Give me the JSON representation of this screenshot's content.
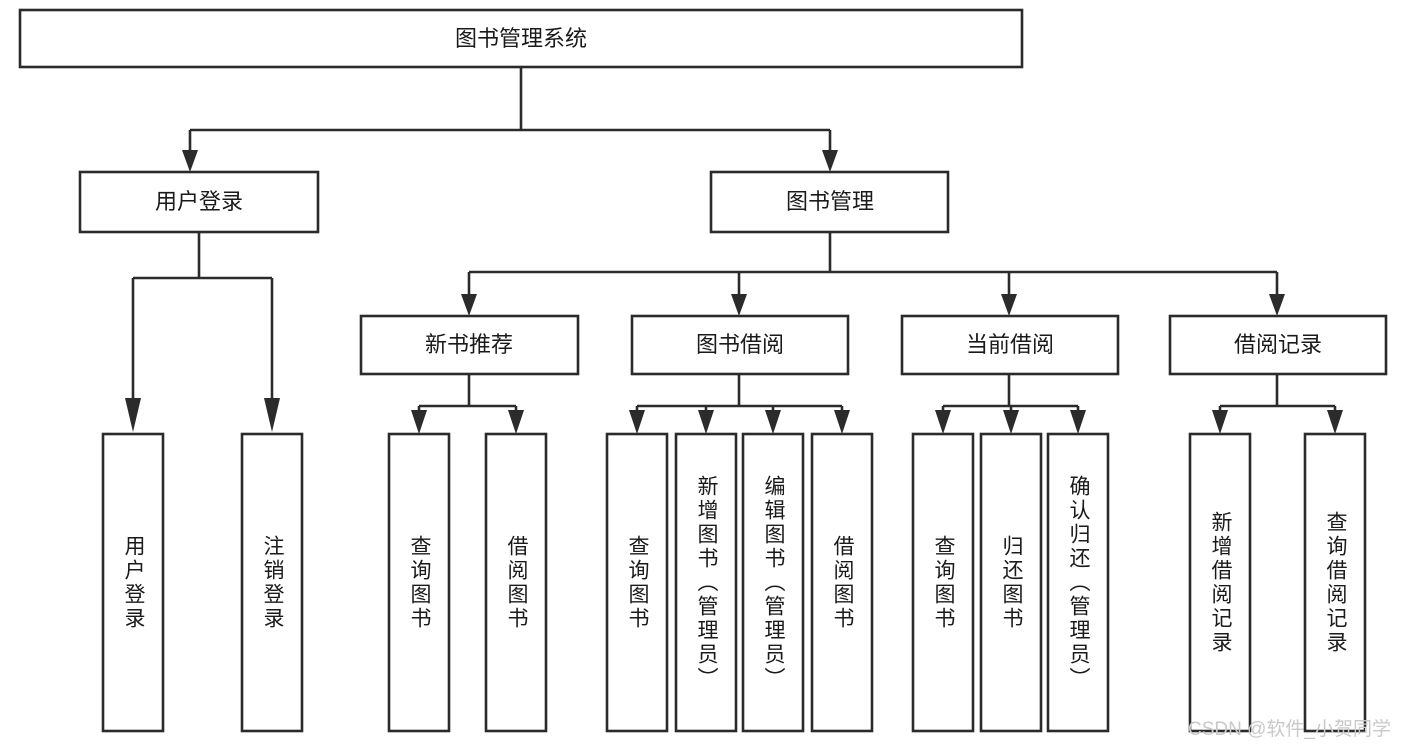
{
  "diagram": {
    "type": "tree-hierarchy",
    "title": "图书管理系统",
    "root": {
      "id": "root",
      "label": "图书管理系统",
      "orientation": "horizontal"
    },
    "level2": [
      {
        "id": "user-login",
        "label": "用户登录",
        "orientation": "horizontal"
      },
      {
        "id": "book-manage",
        "label": "图书管理",
        "orientation": "horizontal"
      }
    ],
    "level3": [
      {
        "id": "new-book-recommend",
        "label": "新书推荐",
        "orientation": "horizontal",
        "parent": "book-manage"
      },
      {
        "id": "book-borrow",
        "label": "图书借阅",
        "orientation": "horizontal",
        "parent": "book-manage"
      },
      {
        "id": "current-borrow",
        "label": "当前借阅",
        "orientation": "horizontal",
        "parent": "book-manage"
      },
      {
        "id": "borrow-record",
        "label": "借阅记录",
        "orientation": "horizontal",
        "parent": "book-manage"
      }
    ],
    "leaves": [
      {
        "id": "leaf-user-login",
        "label": "用户登录",
        "parent": "user-login"
      },
      {
        "id": "leaf-logout-login",
        "label": "注销登录",
        "parent": "user-login"
      },
      {
        "id": "leaf-query-book-1",
        "label": "查询图书",
        "parent": "new-book-recommend"
      },
      {
        "id": "leaf-borrow-book-1",
        "label": "借阅图书",
        "parent": "new-book-recommend"
      },
      {
        "id": "leaf-query-book-2",
        "label": "查询图书",
        "parent": "book-borrow"
      },
      {
        "id": "leaf-add-book-admin",
        "label": "新增图书（管理员）",
        "parent": "book-borrow"
      },
      {
        "id": "leaf-edit-book-admin",
        "label": "编辑图书（管理员）",
        "parent": "book-borrow"
      },
      {
        "id": "leaf-borrow-book-2",
        "label": "借阅图书",
        "parent": "book-borrow"
      },
      {
        "id": "leaf-query-book-3",
        "label": "查询图书",
        "parent": "current-borrow"
      },
      {
        "id": "leaf-return-book",
        "label": "归还图书",
        "parent": "current-borrow"
      },
      {
        "id": "leaf-confirm-return",
        "label": "确认归还（管理员）",
        "parent": "current-borrow"
      },
      {
        "id": "leaf-add-record",
        "label": "新增借阅记录",
        "parent": "borrow-record"
      },
      {
        "id": "leaf-query-record",
        "label": "查询借阅记录",
        "parent": "borrow-record"
      }
    ]
  },
  "watermark": {
    "text": "CSDN @软件_小贺同学"
  },
  "colors": {
    "stroke": "#2b2b2b",
    "box_fill": "#ffffff",
    "text": "#1a1a1a",
    "background": "#ffffff",
    "watermark": "#c9c9c9"
  }
}
